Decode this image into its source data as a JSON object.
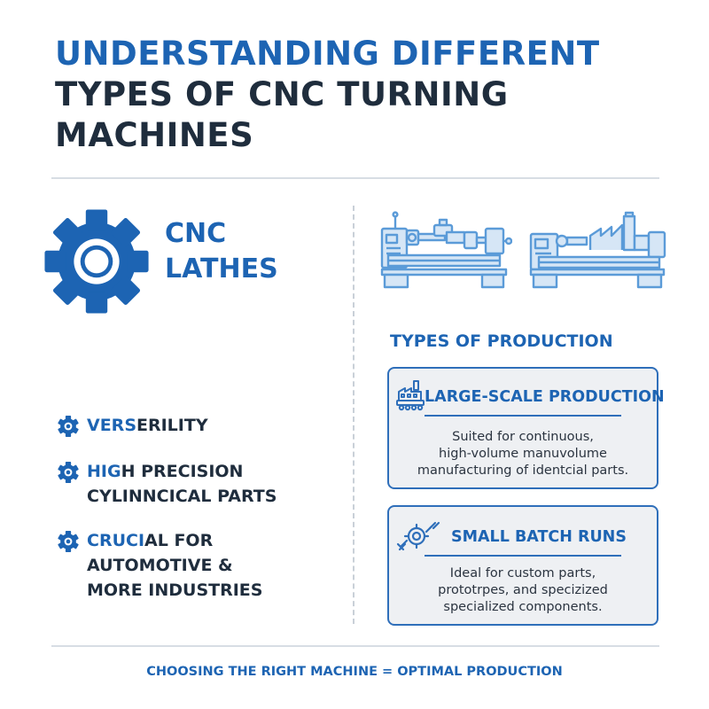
{
  "header": {
    "title_line1": "UNDERSTANDING DIFFERENT",
    "title_line2": "TYPES OF CNC TURNING",
    "title_line3": "MACHINES"
  },
  "left": {
    "heading_line1": "CNC",
    "heading_line2": "LATHES",
    "heading_icon": "gear-icon",
    "features": [
      {
        "icon": "gear-icon",
        "accent": "VERS",
        "rest": "ERILITY",
        "line2": ""
      },
      {
        "icon": "gear-icon",
        "accent": "HIG",
        "rest": "H PRECISION",
        "line2": "CYLINNCICAL PARTS"
      },
      {
        "icon": "gear-icon",
        "accent": "CRUCI",
        "rest": "AL FOR",
        "line2": "AUTOMOTIVE &",
        "line3": "MORE INDUSTRIES"
      }
    ]
  },
  "right": {
    "illustrations": [
      "lathe-machine-icon",
      "lathe-factory-icon"
    ],
    "types_title": "TYPES OF PRODUCTION",
    "cards": [
      {
        "icon": "factory-icon",
        "title": "LARGE-SCALE PRODUCTION",
        "desc_line1": "Suited for continuous,",
        "desc_line2": "high-volume manuvolume",
        "desc_line3": "manufacturing of identcial parts."
      },
      {
        "icon": "wrench-gear-icon",
        "title": "SMALL BATCH RUNS",
        "desc_line1": "Ideal for custom parts,",
        "desc_line2": "prototrpes, and specizized",
        "desc_line3": "specialized components."
      }
    ]
  },
  "footer": {
    "text": "CHOOSING THE RIGHT MACHINE = OPTIMAL PRODUCTION"
  },
  "colors": {
    "accent": "#1d64b3",
    "dark": "#1f2d3d",
    "card_bg": "#eef0f3",
    "illustration": "#5b9bd8"
  }
}
